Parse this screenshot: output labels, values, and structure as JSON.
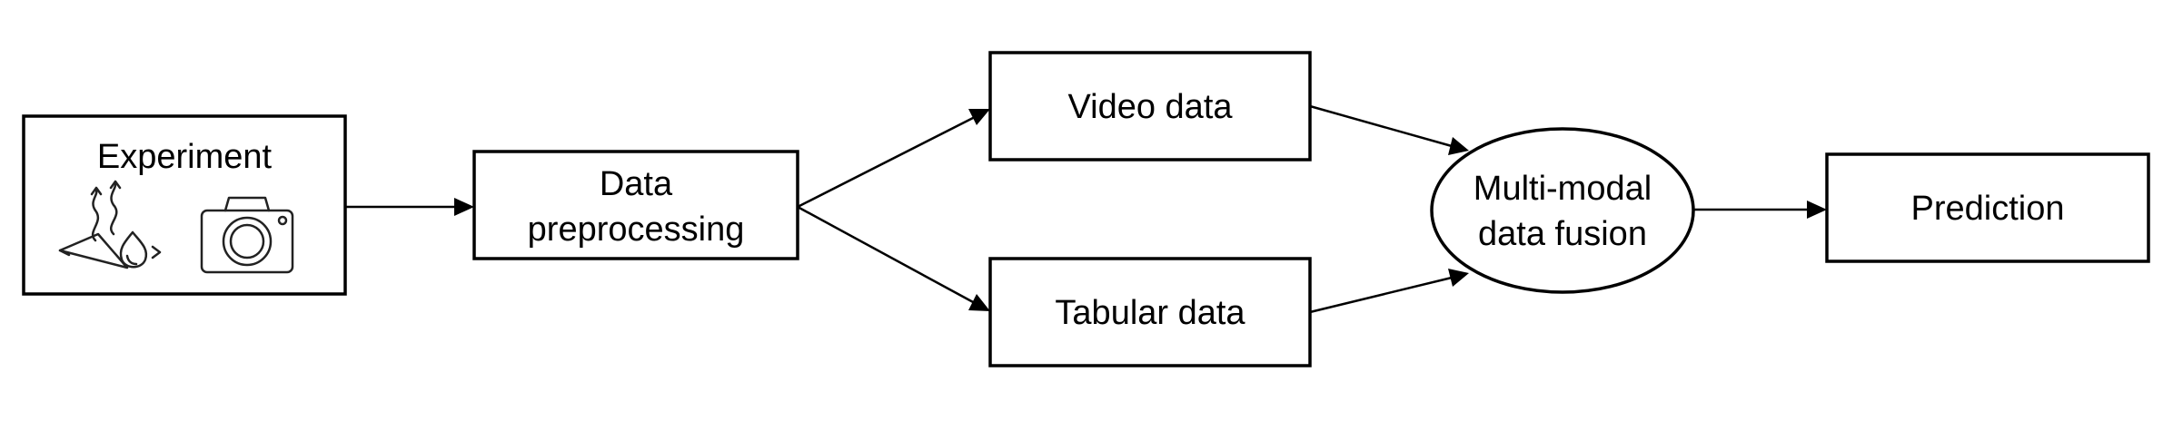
{
  "diagram": {
    "nodes": {
      "experiment": {
        "label": "Experiment",
        "icons": [
          "heat-wave-droplet-icon",
          "camera-icon"
        ]
      },
      "preprocessing": {
        "line1": "Data",
        "line2": "preprocessing"
      },
      "video": {
        "label": "Video data"
      },
      "tabular": {
        "label": "Tabular data"
      },
      "fusion": {
        "line1": "Multi-modal",
        "line2": "data fusion"
      },
      "prediction": {
        "label": "Prediction"
      }
    },
    "edges": [
      {
        "from": "experiment",
        "to": "preprocessing"
      },
      {
        "from": "preprocessing",
        "to": "video"
      },
      {
        "from": "preprocessing",
        "to": "tabular"
      },
      {
        "from": "video",
        "to": "fusion"
      },
      {
        "from": "tabular",
        "to": "fusion"
      },
      {
        "from": "fusion",
        "to": "prediction"
      }
    ],
    "colors": {
      "stroke": "#000000",
      "fill": "#ffffff",
      "text": "#000000"
    }
  }
}
